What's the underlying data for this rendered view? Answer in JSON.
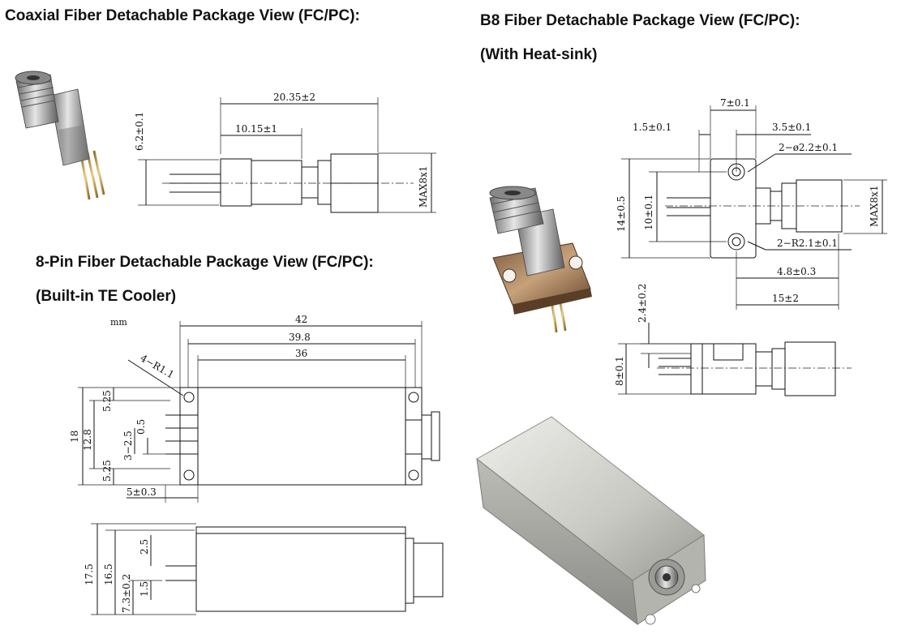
{
  "headings": {
    "coaxial": "Coaxial Fiber Detachable Package View (FC/PC):",
    "b8_line1": "B8 Fiber Detachable Package View (FC/PC):",
    "b8_line2": "(With Heat-sink)",
    "pin8_line1": "8-Pin Fiber Detachable Package View (FC/PC):",
    "pin8_line2": "(Built-in TE Cooler)"
  },
  "coaxial_dims": {
    "height": "6.2±0.1",
    "total_length": "20.35±2",
    "body_length": "10.15±1",
    "max_diameter": "MAX8x1"
  },
  "b8_dims": {
    "top_width": "7±0.1",
    "left_offset": "1.5±0.1",
    "right_offset": "3.5±0.1",
    "hole": "2−ø2.2±0.1",
    "height": "14±0.5",
    "hole_spacing": "10±0.1",
    "max_diameter": "MAX8x1",
    "radius": "2−R2.1±0.1",
    "hole_to_edge": "4.8±0.3",
    "fiber_length": "15±2",
    "side_top": "2.4±0.2",
    "side_height": "8±0.1"
  },
  "pin8_dims": {
    "unit": "mm",
    "total_length": "42",
    "mid_length": "39.8",
    "inner_length": "36",
    "corner_radius": "4−R1.1",
    "edge_top": "5.25",
    "edge_bottom": "5.25",
    "height": "18",
    "inner_height": "12.8",
    "pin_pitch": "0.5",
    "pin_group": "3−2.5",
    "pin_offset": "5±0.3",
    "side_height": "17.5",
    "side_inner": "16.5",
    "side_pin_top": "2.5",
    "side_base": "7.3±0.2",
    "side_pin_gap": "1.5"
  }
}
